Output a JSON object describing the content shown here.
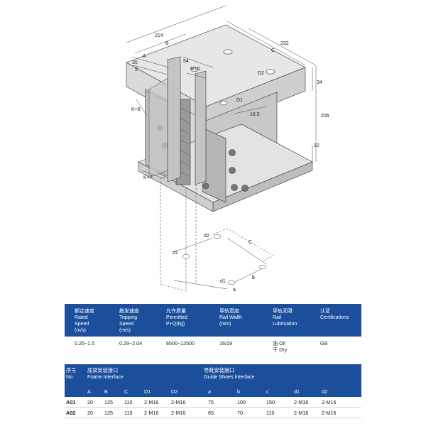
{
  "drawing": {
    "dims": {
      "d214": "214",
      "dB": "B",
      "d232": "232",
      "dC": "C",
      "d30": "30",
      "dA": "A",
      "d5": "5",
      "d54": "54",
      "dM10": "M10",
      "dD2": "D2",
      "dD1": "D1",
      "d34": "34",
      "d206": "206",
      "d12": "12",
      "d165": "16.5",
      "dK8": "K+8",
      "dK7": "K+7"
    },
    "bottom": {
      "d2": "d2",
      "C": "C",
      "d1a": "d1",
      "b": "b",
      "d1b": "d1",
      "a": "a"
    }
  },
  "specs": {
    "headers": [
      {
        "cn": "额定速度",
        "en1": "Rated",
        "en2": "Speed",
        "en3": "(m/s)"
      },
      {
        "cn": "触发速度",
        "en1": "Tripping",
        "en2": "Speed",
        "en3": "(m/s)"
      },
      {
        "cn": "允许质量",
        "en1": "Permitted",
        "en2": "P+Q(kg)",
        "en3": ""
      },
      {
        "cn": "导轨宽度",
        "en1": "Rail Width",
        "en2": "(mm)",
        "en3": ""
      },
      {
        "cn": "导轨润滑",
        "en1": "Rail",
        "en2": "Lubrication",
        "en3": ""
      },
      {
        "cn": "认证",
        "en1": "Certifications",
        "en2": "",
        "en3": ""
      }
    ],
    "values": [
      "0.25~1.5",
      "0.29~2.04",
      "6500~12500",
      "16/19",
      "油 Oil",
      "干 Dry",
      "GB"
    ]
  },
  "interface": {
    "no_cn": "序号",
    "no_en": "No.",
    "frame_cn": "底梁安装接口",
    "frame_en": "Frame Interface",
    "guide_cn": "导靴安装接口",
    "guide_en": "Guide Shoes Interface",
    "cols": [
      "A",
      "B",
      "C",
      "D1",
      "D2",
      "a",
      "b",
      "c",
      "d1",
      "d2"
    ],
    "rows": [
      {
        "id": "A01",
        "vals": [
          "20",
          "125",
          "110",
          "2-M16",
          "2-M16",
          "75",
          "100",
          "150",
          "2-M16",
          "2-M16"
        ]
      },
      {
        "id": "A02",
        "vals": [
          "20",
          "125",
          "110",
          "2-M16",
          "2-M16",
          "65",
          "70",
          "110",
          "2-M16",
          "2-M16"
        ]
      }
    ]
  },
  "colors": {
    "header_bg": "#1b4f9c",
    "header_text": "#ffffff"
  }
}
